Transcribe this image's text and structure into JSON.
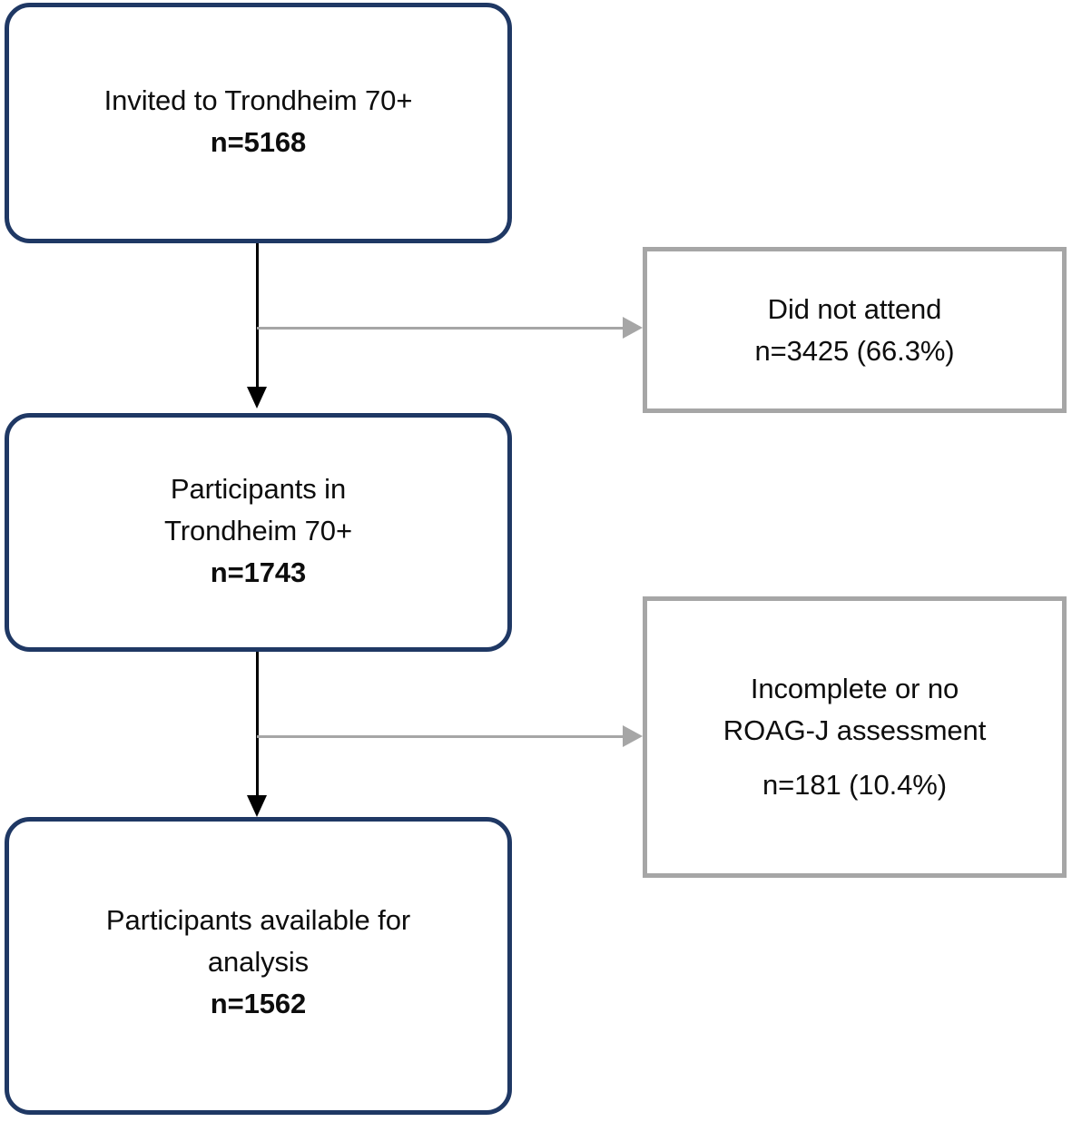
{
  "diagram": {
    "type": "participant-flow-chart",
    "colors": {
      "primary_border": "#1F3864",
      "exclusion_border": "#A6A6A6",
      "arrow_main": "#000000",
      "arrow_branch": "#A6A6A6",
      "text": "#0D0D0D",
      "background": "#FFFFFF"
    },
    "primary_nodes": [
      {
        "id": "invited",
        "lines": [
          "Invited to Trondheim 70+"
        ],
        "count_label": "n=5168",
        "count_value": 5168
      },
      {
        "id": "participants",
        "lines": [
          "Participants in",
          "Trondheim 70+"
        ],
        "count_label": "n=1743",
        "count_value": 1743
      },
      {
        "id": "analysis",
        "lines": [
          "Participants available for",
          "analysis"
        ],
        "count_label": "n=1562",
        "count_value": 1562
      }
    ],
    "exclusion_nodes": [
      {
        "id": "did-not-attend",
        "lines": [
          "Did not attend"
        ],
        "count_label": "n=3425 (66.3%)",
        "count_value": 3425,
        "percent": 66.3
      },
      {
        "id": "incomplete-roag",
        "lines": [
          "Incomplete or no",
          "ROAG-J assessment"
        ],
        "count_label": "n=181 (10.4%)",
        "count_value": 181,
        "percent": 10.4
      }
    ],
    "connectors": [
      {
        "id": "invited-to-participants",
        "kind": "arrow-down"
      },
      {
        "id": "participants-to-analysis",
        "kind": "arrow-down"
      },
      {
        "id": "branch-did-not-attend",
        "kind": "arrow-right"
      },
      {
        "id": "branch-incomplete-roag",
        "kind": "arrow-right"
      }
    ]
  }
}
